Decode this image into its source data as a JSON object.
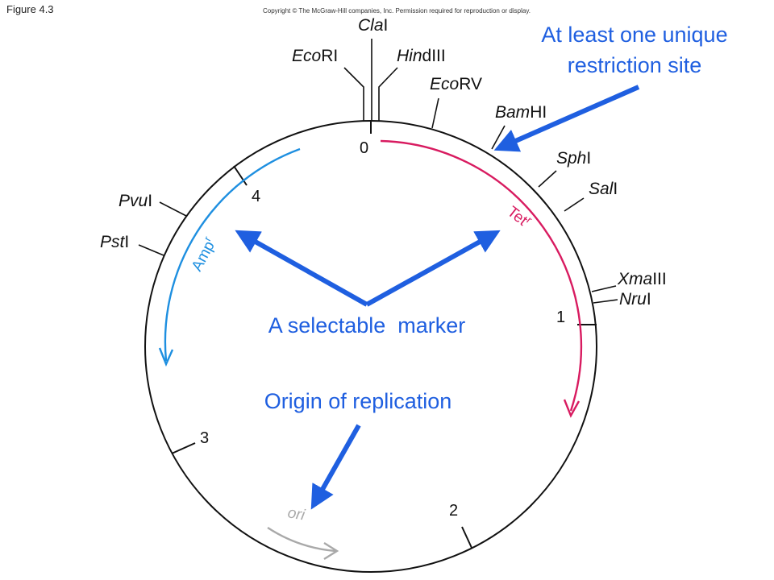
{
  "header": {
    "figure_label": "Figure 4.3",
    "copyright": "Copyright © The McGraw-Hill companies, Inc. Permission required for reproduction or display."
  },
  "restriction_sites": {
    "clai": {
      "italic": "Cla",
      "roman": "I"
    },
    "ecori": {
      "italic": "Eco",
      "roman": "RI"
    },
    "hindiii": {
      "italic": "Hin",
      "roman": "dIII"
    },
    "ecorv": {
      "italic": "Eco",
      "roman": "RV"
    },
    "bamhi": {
      "italic": "Bam",
      "roman": "HI"
    },
    "sphi": {
      "italic": "Sph",
      "roman": "I"
    },
    "sali": {
      "italic": "Sal",
      "roman": "I"
    },
    "xmaiii": {
      "italic": "Xma",
      "roman": "III"
    },
    "nrui": {
      "italic": "Nru",
      "roman": "I"
    },
    "pvui": {
      "italic": "Pvu",
      "roman": "I"
    },
    "psti": {
      "italic": "Pst",
      "roman": "I"
    }
  },
  "map_ticks": {
    "t0": "0",
    "t1": "1",
    "t2": "2",
    "t3": "3",
    "t4": "4"
  },
  "genes": {
    "tet": {
      "name": "Tet",
      "superscript": "r",
      "color": "#d81b60"
    },
    "amp": {
      "name": "Amp",
      "superscript": "r",
      "color": "#1e8fe0"
    },
    "ori": {
      "name": "ori",
      "color": "#a9a9a9"
    }
  },
  "callouts": {
    "unique_site_line1": "At least one unique",
    "unique_site_line2": "restriction site",
    "selectable_marker": "A selectable  marker",
    "origin": "Origin of replication"
  },
  "colors": {
    "callout_blue": "#1f5fe0",
    "circle": "#111111"
  }
}
